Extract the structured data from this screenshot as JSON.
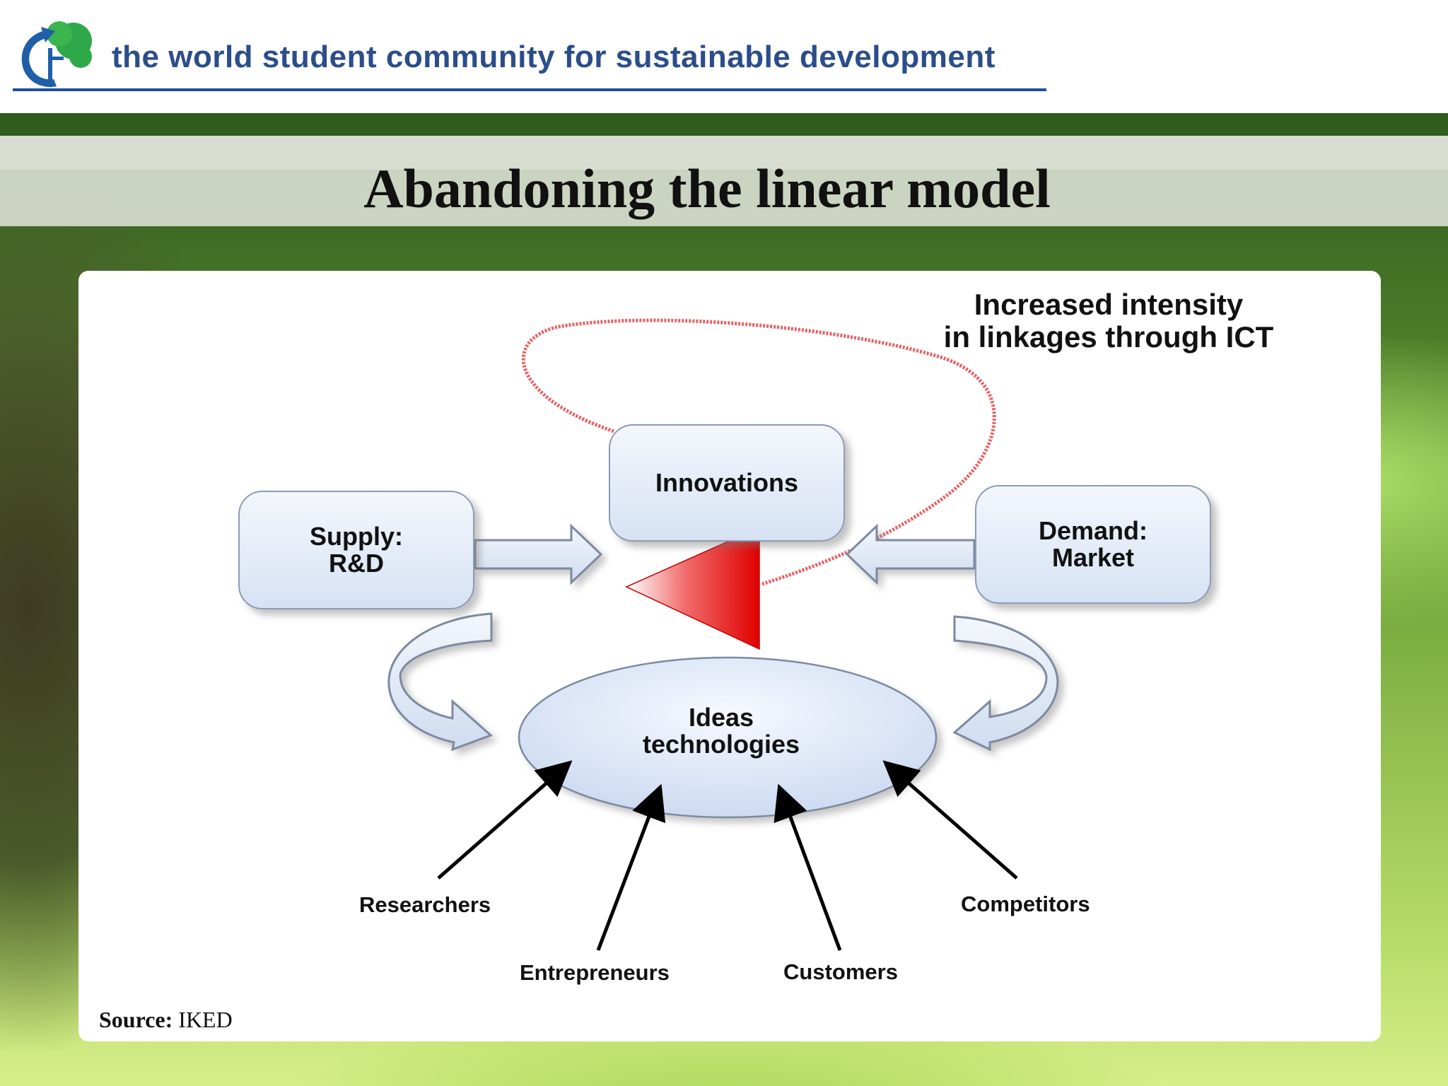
{
  "header": {
    "tagline": "the world student community for sustainable development"
  },
  "slide": {
    "title": "Abandoning the linear model"
  },
  "diagram": {
    "ict_line1": "Increased intensity",
    "ict_line2": "in linkages through ICT",
    "innovations": "Innovations",
    "supply_line1": "Supply:",
    "supply_line2": "R&D",
    "demand_line1": "Demand:",
    "demand_line2": "Market",
    "ideas_line1": "Ideas",
    "ideas_line2": "technologies",
    "actors": {
      "researchers": "Researchers",
      "entrepreneurs": "Entrepreneurs",
      "customers": "Customers",
      "competitors": "Competitors"
    }
  },
  "source": {
    "label": "Source:",
    "value": "IKED"
  },
  "colors": {
    "brand_blue": "#2b4d8a",
    "logo_green": "#2fa84a",
    "loop_red": "#e2474a",
    "triangle_red": "#e00000"
  }
}
